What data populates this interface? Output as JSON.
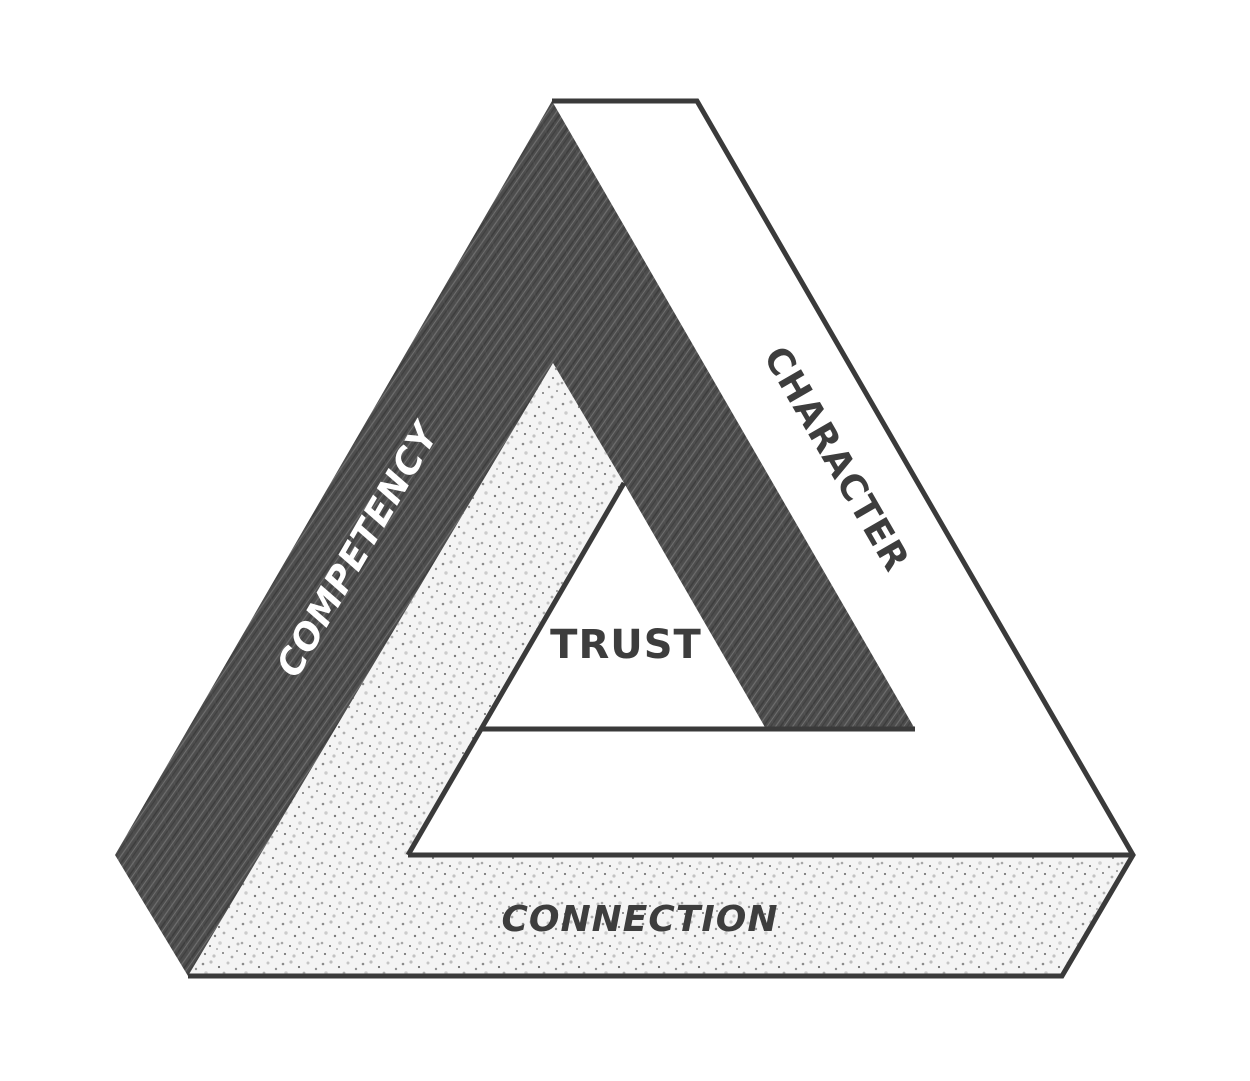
{
  "diagram": {
    "type": "penrose-triangle",
    "center_label": "TRUST",
    "sides": [
      {
        "id": "left",
        "label": "COMPETENCY",
        "fill": "crosshatch-dark"
      },
      {
        "id": "right",
        "label": "CHARACTER",
        "fill": "white"
      },
      {
        "id": "bottom",
        "label": "CONNECTION",
        "fill": "stipple-light"
      }
    ],
    "colors": {
      "outline": "#3a3a3a",
      "dark_band": "#4a4a4a",
      "dark_band_light_stroke": "#7a7a7a",
      "stipple_base": "#f2f2f2",
      "stipple_dots": "#9a9a9a",
      "white_band": "#ffffff",
      "dark_text": "#3d3d3d",
      "light_text": "#ffffff"
    }
  }
}
